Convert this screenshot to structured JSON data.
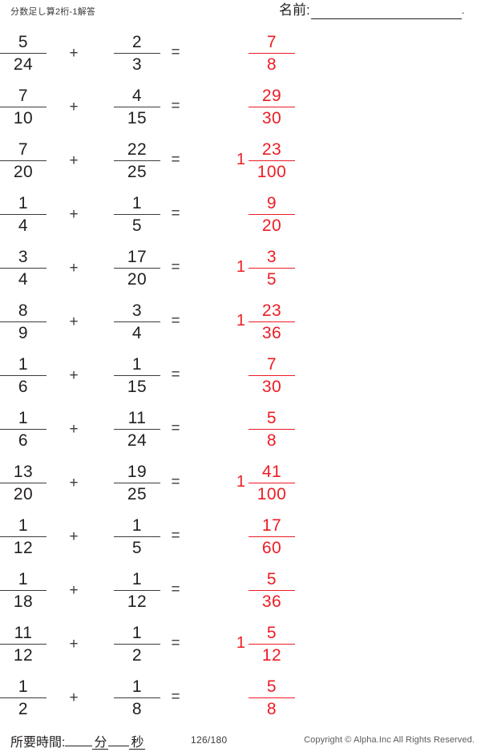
{
  "header": {
    "title": "分数足し算2桁-1解答",
    "name_label": "名前:",
    "name_value": "",
    "name_trailing_dot": "."
  },
  "operators": {
    "plus": "+",
    "equals": "="
  },
  "problems": [
    {
      "a": {
        "num": "5",
        "den": "24"
      },
      "b": {
        "num": "2",
        "den": "3"
      },
      "answer": {
        "whole": "",
        "num": "7",
        "den": "8"
      }
    },
    {
      "a": {
        "num": "7",
        "den": "10"
      },
      "b": {
        "num": "4",
        "den": "15"
      },
      "answer": {
        "whole": "",
        "num": "29",
        "den": "30"
      }
    },
    {
      "a": {
        "num": "7",
        "den": "20"
      },
      "b": {
        "num": "22",
        "den": "25"
      },
      "answer": {
        "whole": "1",
        "num": "23",
        "den": "100"
      }
    },
    {
      "a": {
        "num": "1",
        "den": "4"
      },
      "b": {
        "num": "1",
        "den": "5"
      },
      "answer": {
        "whole": "",
        "num": "9",
        "den": "20"
      }
    },
    {
      "a": {
        "num": "3",
        "den": "4"
      },
      "b": {
        "num": "17",
        "den": "20"
      },
      "answer": {
        "whole": "1",
        "num": "3",
        "den": "5"
      }
    },
    {
      "a": {
        "num": "8",
        "den": "9"
      },
      "b": {
        "num": "3",
        "den": "4"
      },
      "answer": {
        "whole": "1",
        "num": "23",
        "den": "36"
      }
    },
    {
      "a": {
        "num": "1",
        "den": "6"
      },
      "b": {
        "num": "1",
        "den": "15"
      },
      "answer": {
        "whole": "",
        "num": "7",
        "den": "30"
      }
    },
    {
      "a": {
        "num": "1",
        "den": "6"
      },
      "b": {
        "num": "11",
        "den": "24"
      },
      "answer": {
        "whole": "",
        "num": "5",
        "den": "8"
      }
    },
    {
      "a": {
        "num": "13",
        "den": "20"
      },
      "b": {
        "num": "19",
        "den": "25"
      },
      "answer": {
        "whole": "1",
        "num": "41",
        "den": "100"
      }
    },
    {
      "a": {
        "num": "1",
        "den": "12"
      },
      "b": {
        "num": "1",
        "den": "5"
      },
      "answer": {
        "whole": "",
        "num": "17",
        "den": "60"
      }
    },
    {
      "a": {
        "num": "1",
        "den": "18"
      },
      "b": {
        "num": "1",
        "den": "12"
      },
      "answer": {
        "whole": "",
        "num": "5",
        "den": "36"
      }
    },
    {
      "a": {
        "num": "11",
        "den": "12"
      },
      "b": {
        "num": "1",
        "den": "2"
      },
      "answer": {
        "whole": "1",
        "num": "5",
        "den": "12"
      }
    },
    {
      "a": {
        "num": "1",
        "den": "2"
      },
      "b": {
        "num": "1",
        "den": "8"
      },
      "answer": {
        "whole": "",
        "num": "5",
        "den": "8"
      }
    }
  ],
  "footer": {
    "time_label": "所要時間:",
    "minutes_unit": "分",
    "seconds_unit": "秒",
    "page_count": "126/180",
    "copyright": "Copyright ©  Alpha.Inc All Rights Reserved."
  },
  "colors": {
    "answer_red": "#ed1c24",
    "ink": "#231f20"
  }
}
